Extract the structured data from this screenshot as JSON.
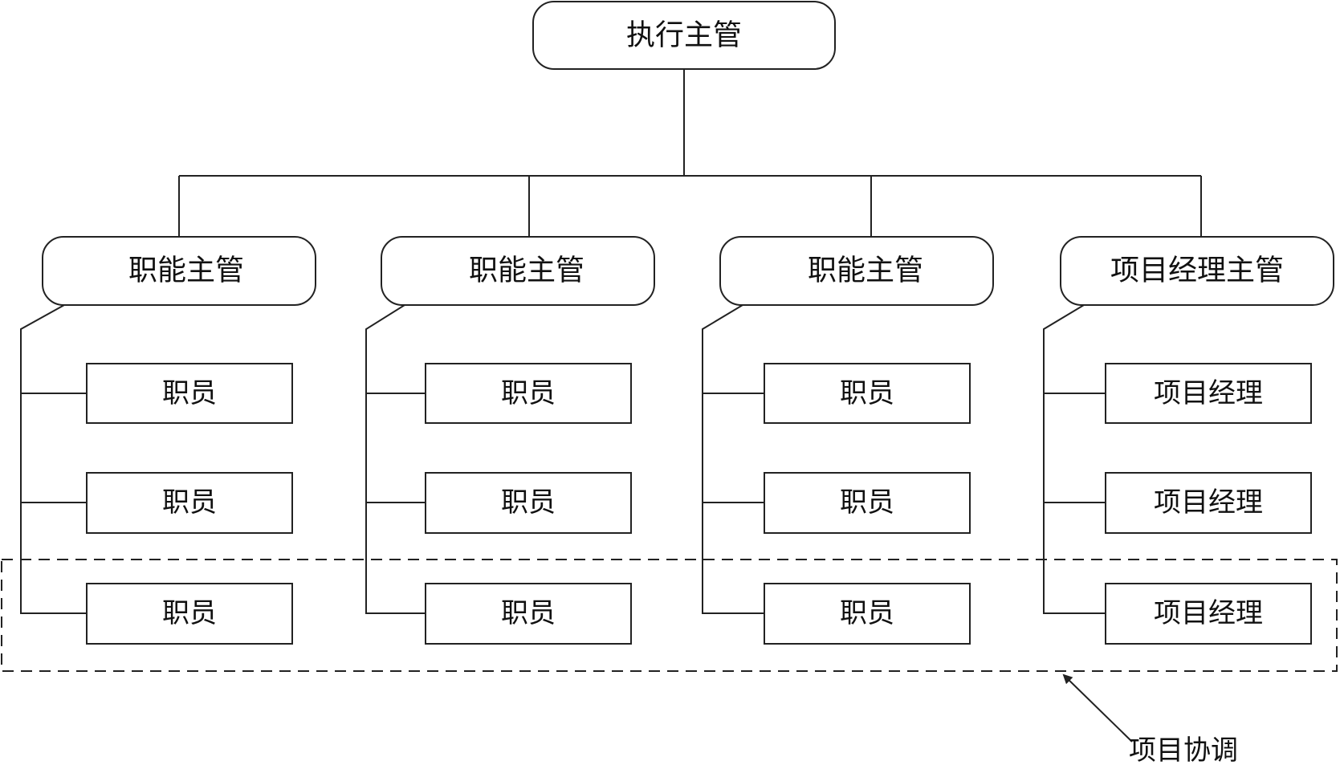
{
  "diagram": {
    "root": {
      "label": "执行主管"
    },
    "managers": [
      {
        "label": "职能主管",
        "staff": [
          "职员",
          "职员",
          "职员"
        ]
      },
      {
        "label": "职能主管",
        "staff": [
          "职员",
          "职员",
          "职员"
        ]
      },
      {
        "label": "职能主管",
        "staff": [
          "职员",
          "职员",
          "职员"
        ]
      },
      {
        "label": "项目经理主管",
        "staff": [
          "项目经理",
          "项目经理",
          "项目经理"
        ]
      }
    ],
    "annotation": {
      "label": "项目协调"
    }
  },
  "colors": {
    "stroke": "#222222",
    "text": "#111111",
    "background": "#ffffff"
  }
}
